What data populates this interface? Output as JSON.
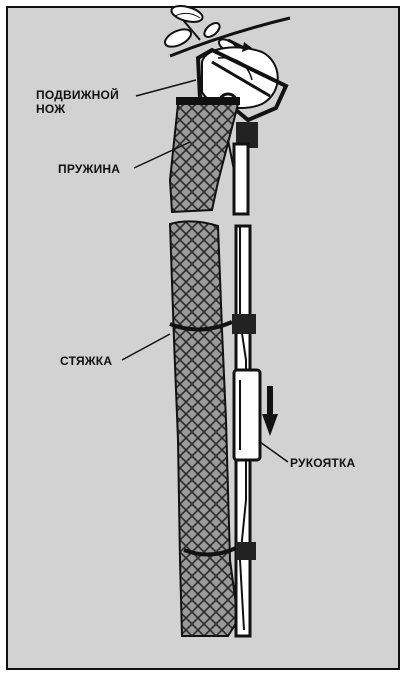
{
  "labels": {
    "movable_knife": "ПОДВИЖНОЙ\nНОЖ",
    "spring": "ПРУЖИНА",
    "tie": "СТЯЖКА",
    "handle": "РУКОЯТКА"
  },
  "colors": {
    "background": "#d2d2d2",
    "ink": "#111111",
    "mesh": "#8a8a8a"
  }
}
